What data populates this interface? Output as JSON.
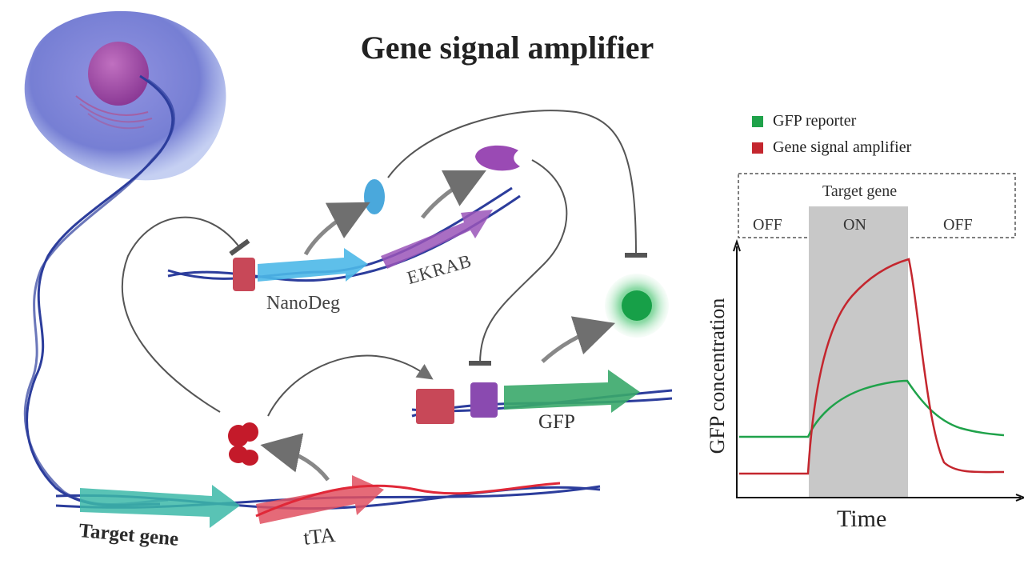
{
  "title": "Gene signal amplifier",
  "dna_labels": {
    "target_gene": "Target gene",
    "tta": "tTA",
    "nanodeg": "NanoDeg",
    "ekrab": "EKRAB",
    "gfp": "GFP"
  },
  "legend": [
    {
      "label": "GFP reporter",
      "color": "#1fa24a"
    },
    {
      "label": "Gene signal amplifier",
      "color": "#c4262e"
    }
  ],
  "phase_box": {
    "header": "Target gene",
    "phases": [
      "OFF",
      "ON",
      "OFF"
    ]
  },
  "chart_data": {
    "type": "line",
    "xlabel": "Time",
    "ylabel": "GFP concentration",
    "series": [
      {
        "name": "GFP reporter",
        "color": "#1fa24a",
        "shape": "low baseline, moderate rise during ON phase, slow decay after"
      },
      {
        "name": "Gene signal amplifier",
        "color": "#c4262e",
        "shape": "lower baseline, sharp large rise during ON phase, fast drop after"
      }
    ]
  },
  "colors": {
    "dna_blue": "#2c3d9c",
    "target_gene_arrow": "#3cb8a8",
    "tta_arrow": "#e05060",
    "nanodeg_arrow": "#4cb8e8",
    "ekrab_arrow": "#9a55b8",
    "gfp_arrow": "#3aa86a",
    "promoter_red": "#c84858",
    "operator_purple": "#8a4ab0"
  }
}
